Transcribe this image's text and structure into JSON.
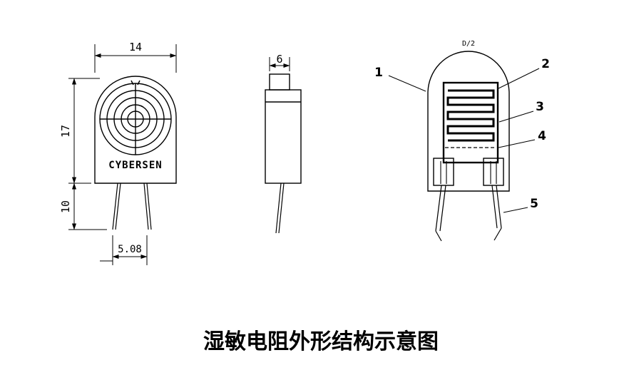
{
  "title": "湿敏电阻外形结构示意图",
  "front_view": {
    "brand": "CYBERSEN",
    "dim_width": "14",
    "dim_height": "17",
    "dim_lead_length": "10",
    "dim_lead_pitch": "5.08"
  },
  "side_view": {
    "dim_thickness": "6"
  },
  "structure_view": {
    "top_label": "D/2",
    "callouts": [
      "1",
      "2",
      "3",
      "4",
      "5"
    ]
  }
}
